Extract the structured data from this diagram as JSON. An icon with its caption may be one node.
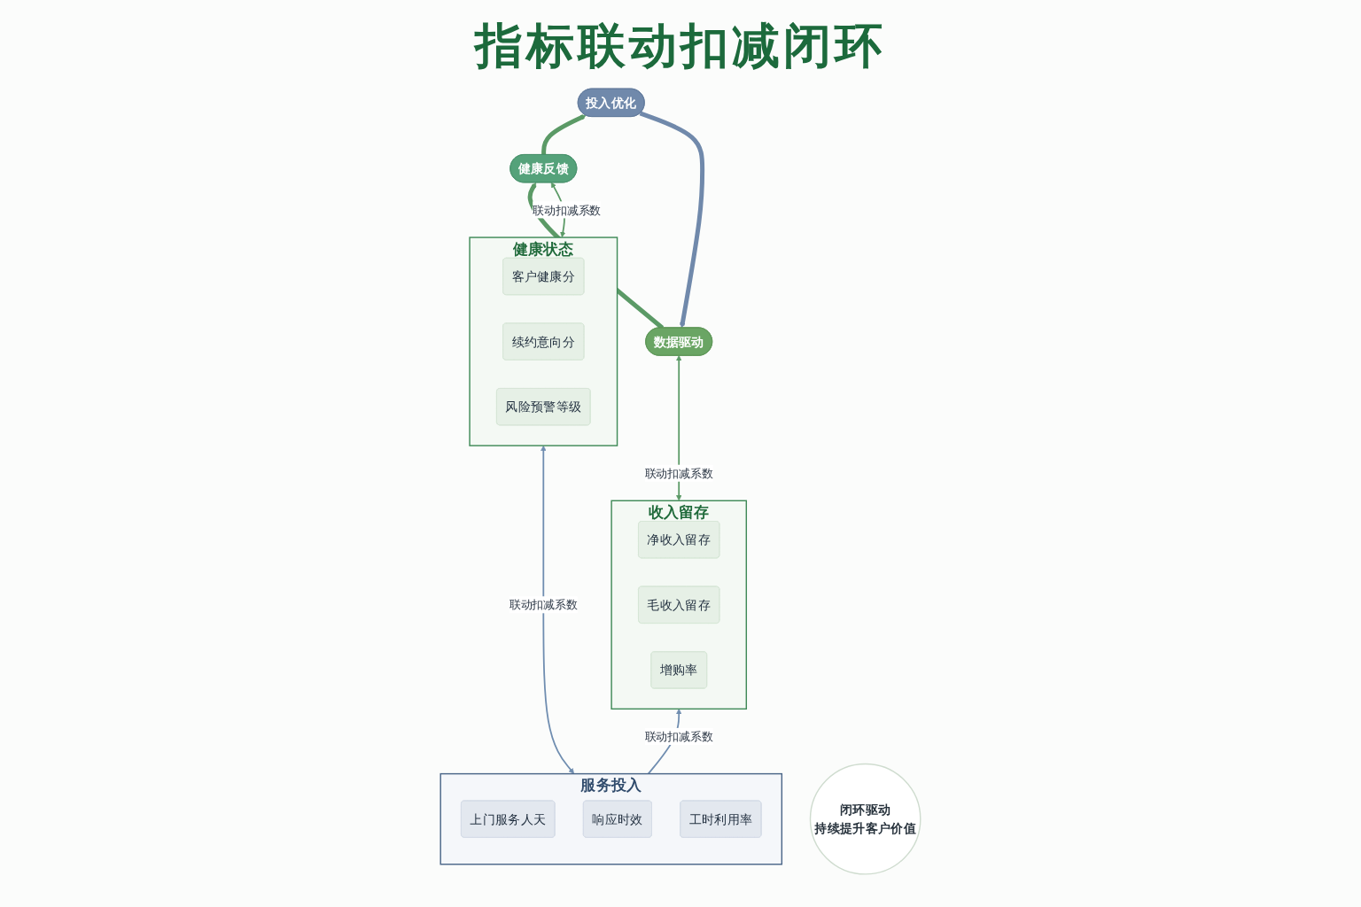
{
  "diagram": {
    "title": "指标联动扣减闭环",
    "nodes": [
      {
        "text": [
          "收入留存"
        ]
      },
      {
        "text": [
          "净收入留存"
        ],
        "in": 0
      },
      {
        "text": [
          "毛收入留存"
        ],
        "in": 0
      },
      {
        "text": [
          "增购率"
        ],
        "in": 0
      },
      {
        "text": [
          "数据驱动"
        ]
      },
      {
        "text": [
          "健康反馈"
        ]
      },
      {
        "text": [
          "闭环驱动",
          "持续提升客户价值"
        ]
      },
      {
        "text": [
          "投入优化"
        ]
      },
      {
        "text": [
          "健康状态"
        ]
      },
      {
        "text": [
          "客户健康分"
        ],
        "in": 8
      },
      {
        "text": [
          "续约意向分"
        ],
        "in": 8
      },
      {
        "text": [
          "风险预警等级"
        ],
        "in": 8
      },
      {
        "text": [
          "服务投入"
        ]
      },
      {
        "text": [
          "上门服务人天"
        ],
        "in": 12
      },
      {
        "text": [
          "响应时效"
        ],
        "in": 12
      },
      {
        "text": [
          "工时利用率"
        ],
        "in": 12
      }
    ],
    "edges": [
      {
        "from": 0,
        "to": 4,
        "arrow": "both",
        "label": "联动扣减系数"
      },
      {
        "from": 8,
        "to": 5,
        "arrow": "both",
        "label": "联动扣减系数"
      },
      {
        "from": 4,
        "to": 5,
        "arrow": "to",
        "style": "thick"
      },
      {
        "from": 5,
        "to": 7,
        "arrow": "to",
        "style": "thick"
      },
      {
        "from": 7,
        "to": 4,
        "arrow": "to",
        "style": "thick",
        "color": "#7089ab"
      },
      {
        "from": 12,
        "to": 0,
        "arrow": "to",
        "label": "联动扣减系数",
        "color": "#6f8db0"
      },
      {
        "from": 12,
        "to": 8,
        "arrow": "both",
        "label": "联动扣减系数",
        "color": "#6f8db0"
      }
    ]
  }
}
